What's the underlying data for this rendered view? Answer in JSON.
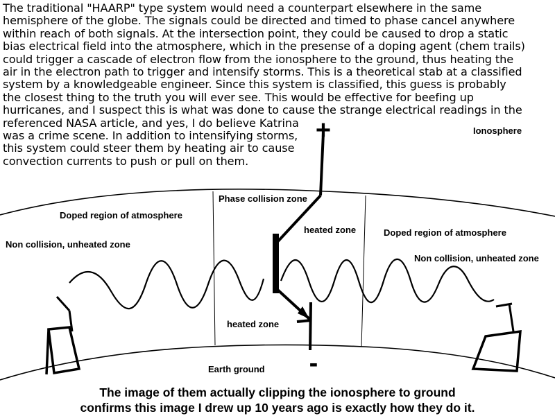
{
  "intro_text": "The traditional \"HAARP\" type system would need a counterpart elsewhere in the same\nhemisphere of the globe.  The signals could be directed and timed to phase cancel anywhere\nwithin reach of both signals.  At the intersection point, they could be caused to drop a static\nbias electrical field into the atmosphere, which in the presense of a doping agent (chem trails)\ncould trigger a cascade of electron flow from the ionosphere to the ground, thus heating the\nair in the electron path to trigger and intensify storms. This is a theoretical stab at a classified\nsystem by a knowledgeable engineer.  Since this system is classified, this guess is probably\nthe closest thing to the truth you will ever see.   This would be effective for beefing up\nhurricanes, and I suspect this is what was done to cause the strange electrical readings in the\nreferenced NASA article, and yes, I do believe Katrina\nwas a crime scene.  In addition to intensifying storms,\nthis system could steer them by heating air to cause\nconvection currents to push or pull on them.",
  "diagram": {
    "ionosphere": "Ionosphere",
    "phase_collision_zone": "Phase collision zone",
    "heated_zone_upper": "heated zone",
    "heated_zone_lower": "heated zone",
    "doped_left": "Doped region of atmosphere",
    "doped_right": "Doped region of atmosphere",
    "non_collision_left": "Non collision, unheated zone",
    "non_collision_right": "Non collision, unheated zone",
    "earth_ground": "Earth ground",
    "plus_sign": "+",
    "minus_sign": "-"
  },
  "caption": {
    "line1": "The image of them actually clipping the ionosphere to ground",
    "line2": "confirms this image I drew up 10 years ago is exactly how they do it."
  }
}
